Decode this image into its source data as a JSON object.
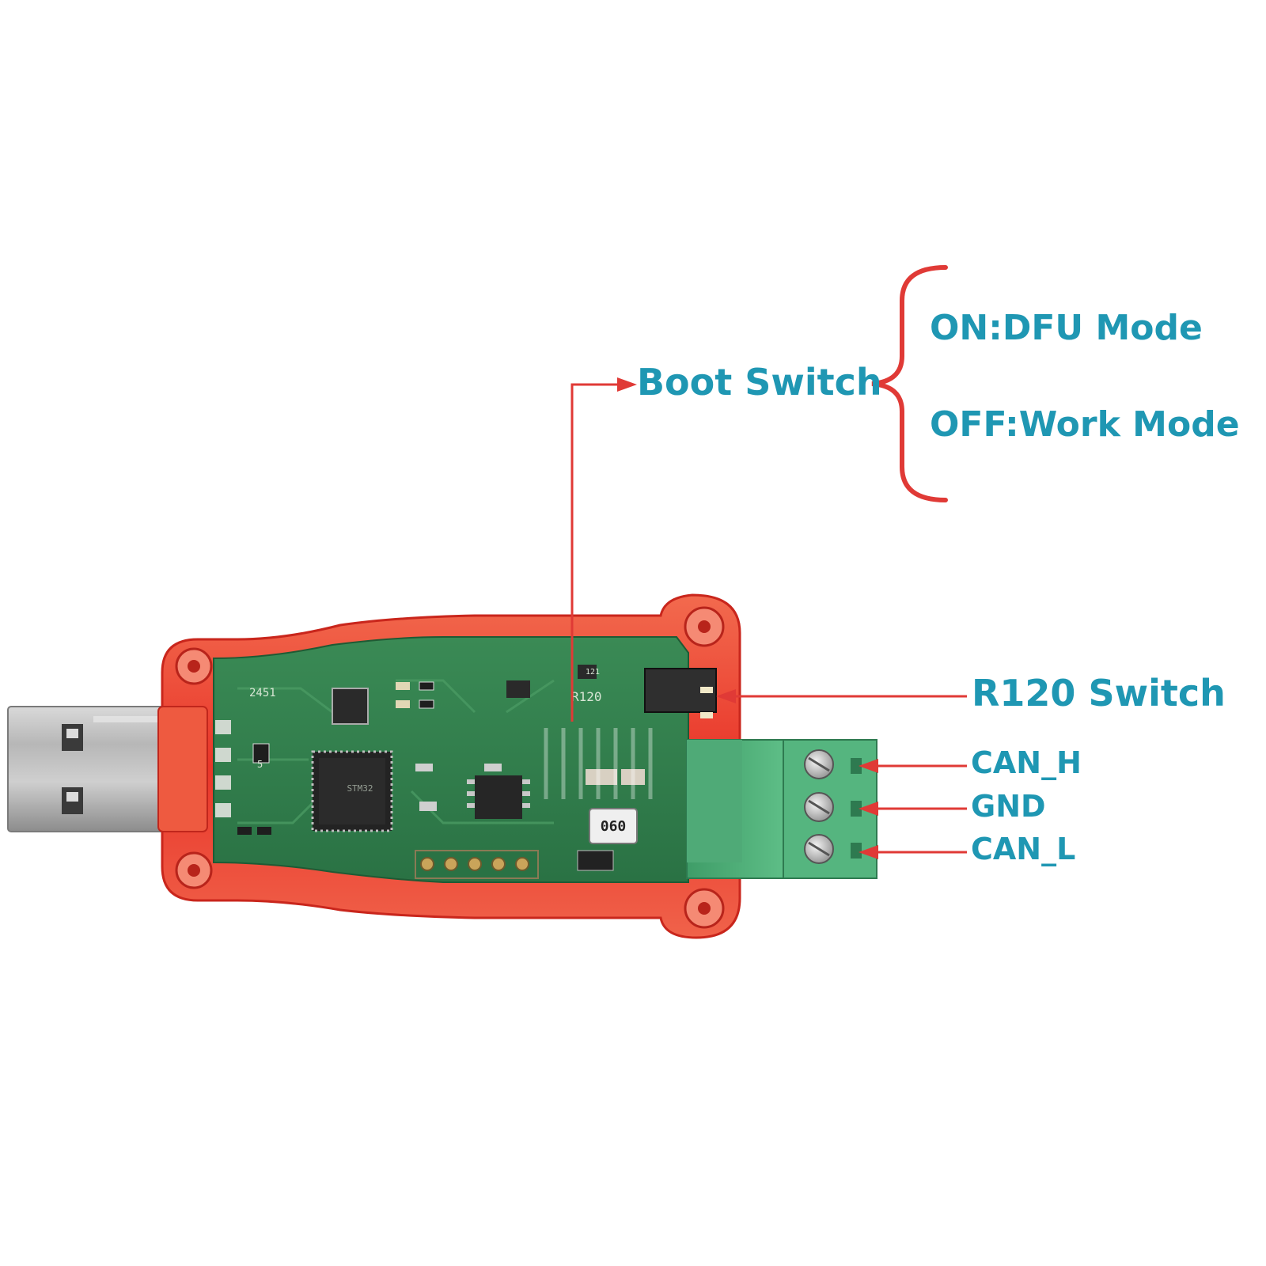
{
  "annotations": {
    "boot_switch": "Boot Switch",
    "on_mode": "ON:DFU Mode",
    "off_mode": "OFF:Work Mode",
    "r120_switch": "R120 Switch",
    "can_h": "CAN_H",
    "gnd": "GND",
    "can_l": "CAN_L"
  },
  "board_markings": {
    "r120": "R120",
    "batch": "2451",
    "inductor": "060",
    "pad_5": "5",
    "u21": "121"
  },
  "colors": {
    "label_text": "#1f97b3",
    "annotation_red": "#e03a36",
    "pcb_green": "#2f7d4a",
    "case_red": "#ec3a2a",
    "terminal_green": "#4fb27a"
  }
}
